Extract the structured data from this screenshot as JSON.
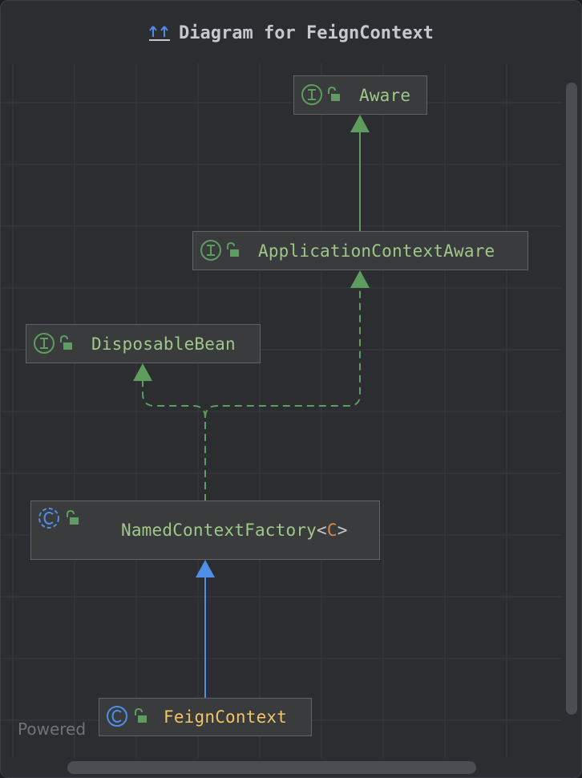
{
  "title": {
    "icon": "hierarchy-up-icon",
    "text": "Diagram for FeignContext"
  },
  "nodes": {
    "aware": {
      "kind": "interface",
      "name": "Aware"
    },
    "application_context_aware": {
      "kind": "interface",
      "name": "ApplicationContextAware"
    },
    "disposable_bean": {
      "kind": "interface",
      "name": "DisposableBean"
    },
    "named_context_factory": {
      "kind": "class",
      "name": "NamedContextFactory",
      "type_open": "<",
      "type_param": "C",
      "type_close": ">"
    },
    "feign_context": {
      "kind": "class",
      "name": "FeignContext"
    }
  },
  "edges": [
    {
      "from": "ApplicationContextAware",
      "to": "Aware",
      "style": "solid",
      "relation": "extends-interface"
    },
    {
      "from": "NamedContextFactory",
      "to": "ApplicationContextAware",
      "style": "dashed",
      "relation": "implements"
    },
    {
      "from": "NamedContextFactory",
      "to": "DisposableBean",
      "style": "dashed",
      "relation": "implements"
    },
    {
      "from": "FeignContext",
      "to": "NamedContextFactory",
      "style": "solid",
      "relation": "extends-class"
    }
  ],
  "colors": {
    "background": "#2b2d30",
    "grid": "#393b40",
    "interface_green": "#5f9c5f",
    "interface_label": "#9fc78a",
    "class_blue": "#4e8ee6",
    "feign_label": "#f0c46a",
    "type_param": "#d7894a",
    "edge_green": "#5f9c5f",
    "edge_blue": "#4e8ee6"
  },
  "footer": {
    "powered": "Powered"
  }
}
